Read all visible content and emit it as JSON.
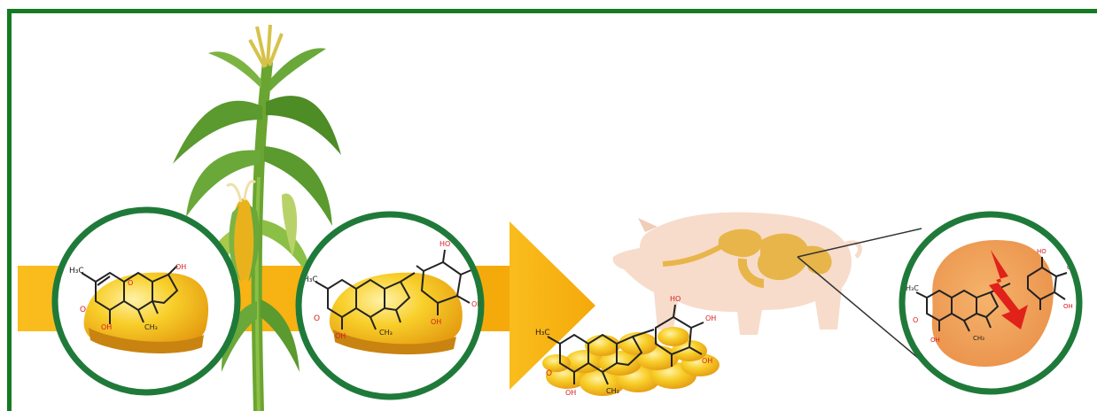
{
  "colors": {
    "frame_border": "#157a23",
    "circle_border": "#1f7a3a",
    "arrow": "#f7b515",
    "kernel": "#f6c21d",
    "kernel_highlight": "#fde27a",
    "pig_body": "#f7dccb",
    "pig_organs": "#e8b54a",
    "liver": "#f2a85c",
    "hydrolysis_arrow": "#e0221b",
    "oxygen_label": "#d42020",
    "plant_leaf": "#5a9a2e",
    "plant_leaf_light": "#a9c94a"
  },
  "icons": {
    "corn_plant": "corn-plant-icon",
    "corn_kernel": "corn-kernel-icon",
    "corn_kernel_pile": "corn-kernel-pile-icon",
    "pig": "pig-silhouette-icon",
    "liver": "liver-icon",
    "cleavage_arrow": "red-zigzag-arrow-icon"
  },
  "molecules": {
    "don": {
      "methyl": "H₃C",
      "hydroxyl": "OH",
      "carbonyl_o": "O",
      "ring_o": "O",
      "ch3": "CH₃"
    },
    "glucoside": {
      "ho": "HO",
      "oh": "OH"
    }
  }
}
